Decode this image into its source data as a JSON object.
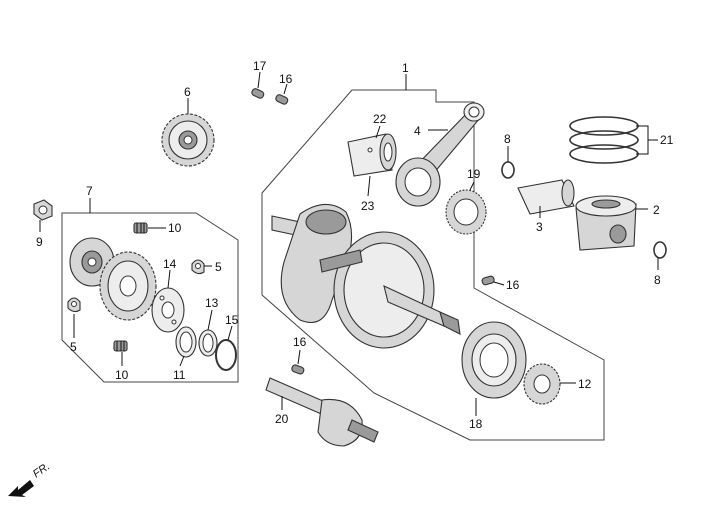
{
  "callouts": [
    {
      "id": "c1",
      "text": "1"
    },
    {
      "id": "c2",
      "text": "2"
    },
    {
      "id": "c3",
      "text": "3"
    },
    {
      "id": "c4",
      "text": "4"
    },
    {
      "id": "c5a",
      "text": "5"
    },
    {
      "id": "c5b",
      "text": "5"
    },
    {
      "id": "c6",
      "text": "6"
    },
    {
      "id": "c7",
      "text": "7"
    },
    {
      "id": "c8a",
      "text": "8"
    },
    {
      "id": "c8b",
      "text": "8"
    },
    {
      "id": "c9",
      "text": "9"
    },
    {
      "id": "c10a",
      "text": "10"
    },
    {
      "id": "c10b",
      "text": "10"
    },
    {
      "id": "c11",
      "text": "11"
    },
    {
      "id": "c12",
      "text": "12"
    },
    {
      "id": "c13",
      "text": "13"
    },
    {
      "id": "c14",
      "text": "14"
    },
    {
      "id": "c15",
      "text": "15"
    },
    {
      "id": "c16a",
      "text": "16"
    },
    {
      "id": "c16b",
      "text": "16"
    },
    {
      "id": "c16c",
      "text": "16"
    },
    {
      "id": "c17",
      "text": "17"
    },
    {
      "id": "c18",
      "text": "18"
    },
    {
      "id": "c19",
      "text": "19"
    },
    {
      "id": "c20",
      "text": "20"
    },
    {
      "id": "c21",
      "text": "21"
    },
    {
      "id": "c22",
      "text": "22"
    },
    {
      "id": "c23",
      "text": "23"
    }
  ],
  "direction_label": "FR.",
  "colors": {
    "line": "#333333",
    "fill_part": "#d6d6d6",
    "fill_dark": "#9a9a9a",
    "background": "#ffffff"
  },
  "icons": {
    "direction": "arrow-icon"
  }
}
